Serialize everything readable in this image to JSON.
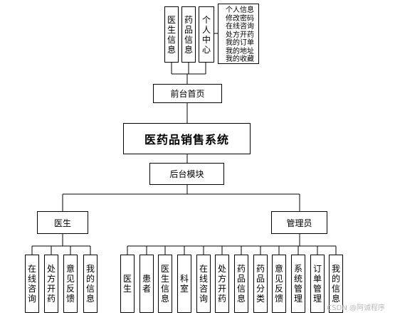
{
  "top_modules": [
    "医生信息",
    "药品信息",
    "个人中心"
  ],
  "personal_center_items": [
    "个人信息",
    "修改密码",
    "在线咨询",
    "处方开药",
    "我的订单",
    "我的地址",
    "我的收藏"
  ],
  "front_page": "前台首页",
  "system_title": "医药品销售系统",
  "backend": "后台模块",
  "roles": {
    "doctor": "医生",
    "admin": "管理员"
  },
  "doctor_modules": [
    "在线咨询",
    "处方开药",
    "意见反馈",
    "我的信息"
  ],
  "admin_modules": [
    "医生",
    "患者",
    "医生信息",
    "科室",
    "在线咨询",
    "处方开药",
    "药品信息",
    "药品分类",
    "意见反馈",
    "系统管理",
    "订单管理",
    "我的信息"
  ],
  "watermark": "CSDN @阿诚程序"
}
